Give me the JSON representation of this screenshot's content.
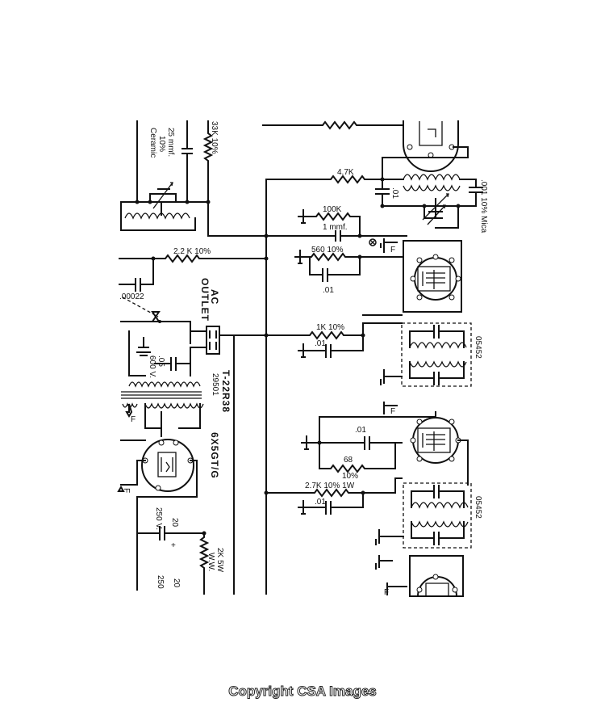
{
  "labels": {
    "cap_25mmf": "25 mmf.",
    "cap_25mmf_tol": "10%",
    "cap_25mmf_type": "Ceramic",
    "res_33k": "33K 10%",
    "res_2_2k": "2.2 K 10%",
    "cap_00022": ".00022",
    "ac_outlet_1": "AC",
    "ac_outlet_2": "OUTLET",
    "cap_05_600v_1": ".05",
    "cap_05_600v_2": "600 V.",
    "transformer_1": "T-22R38",
    "transformer_2": "29501",
    "rectifier_tube": "6X5GT/G",
    "cap_20_250v_1": "20",
    "cap_20_250v_2": "250 V.",
    "plus_sign": "+",
    "res_2k_5w_1": "2K 5W",
    "res_2k_5w_2": "W.W.",
    "bottom_250": "250",
    "bottom_20": "20",
    "filament_f": "F",
    "res_4_7k": "4.7K",
    "cap_01_a": ".01",
    "cap_001_mica": ".001 10% Mica",
    "res_100k": "100K",
    "cap_1mmf": "1 mmf.",
    "res_560": "560 10%",
    "cap_01_b": ".01",
    "res_1k": "1K 10%",
    "cap_01_c": ".01",
    "part_05452_a": "05452",
    "cap_01_d": ".01",
    "res_68_1": "68",
    "res_68_2": "10%",
    "res_2_7k": "2.7K 10% 1W",
    "cap_01_e": ".01",
    "part_05452_b": "05452",
    "copyright": "Copyright CSA Images"
  }
}
